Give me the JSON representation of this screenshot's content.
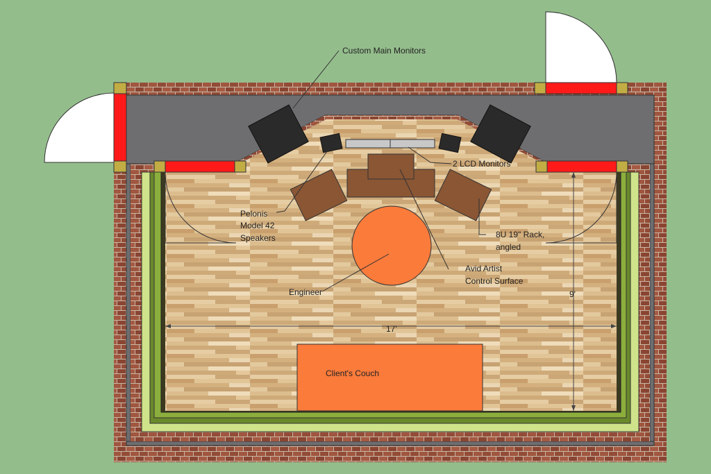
{
  "diagram": {
    "labels": {
      "main_monitors": "Custom Main Monitors",
      "lcd_monitors": "2 LCD Monitors",
      "speakers_line1": "Pelonis",
      "speakers_line2": "Model 42",
      "speakers_line3": "Speakers",
      "rack_line1": "8U 19\" Rack,",
      "rack_line2": "angled",
      "control_line1": "Avid Artist",
      "control_line2": "Control Surface",
      "engineer": "Engineer",
      "couch": "Client's Couch",
      "width_dim": "17'",
      "depth_dim": "9'"
    },
    "colors": {
      "background": "#94bd8c",
      "brick": "#8f4a36",
      "soffit": "#6b6b6d",
      "door_frame": "#ff1a1a",
      "post": "#b8a43a",
      "floor": "#d9b98a",
      "engineer_chair": "#fb7b3b",
      "couch": "#fb7b3b",
      "furniture": "#8a5634",
      "monitor": "#2a2a2a"
    }
  }
}
